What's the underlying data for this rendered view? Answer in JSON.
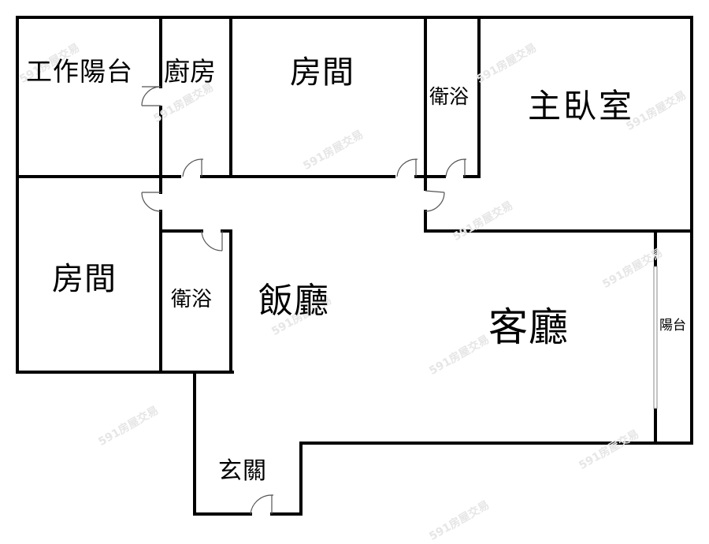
{
  "rooms": {
    "utility_balcony": "工作陽台",
    "kitchen": "廚房",
    "bedroom_top": "房間",
    "bathroom_top": "衛浴",
    "master_bedroom": "主臥室",
    "bedroom_left": "房間",
    "bathroom_left": "衛浴",
    "dining_room": "飯廳",
    "living_room": "客廳",
    "balcony": "陽台",
    "entrance": "玄關"
  },
  "watermark": "591房屋交易",
  "colors": {
    "wall": "#000000",
    "door": "#555555",
    "window": "#888888",
    "background": "#ffffff"
  }
}
